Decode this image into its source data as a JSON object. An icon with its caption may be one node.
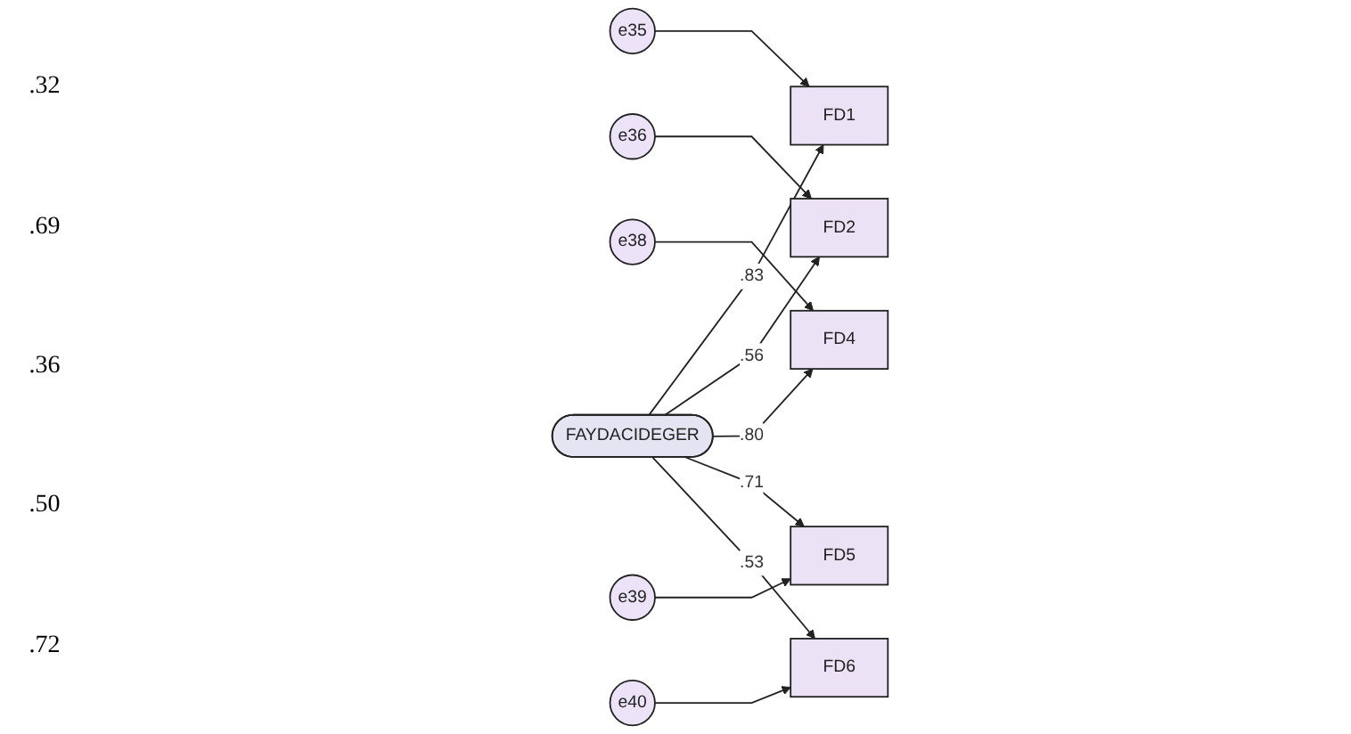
{
  "diagram": {
    "nodes": [
      {
        "text": [
          "e35"
        ]
      },
      {
        "text": [
          "FD1"
        ]
      },
      {
        "text": [
          "e36"
        ]
      },
      {
        "text": [
          "FD2"
        ]
      },
      {
        "text": [
          "e38"
        ]
      },
      {
        "text": [
          "FD4"
        ]
      },
      {
        "text": [
          "e39"
        ]
      },
      {
        "text": [
          "FD5"
        ]
      },
      {
        "text": [
          "e40"
        ]
      },
      {
        "text": [
          "FD6"
        ]
      },
      {
        "text": [
          "FAYDACIDEGER"
        ]
      }
    ],
    "edges": [
      {
        "from": 0,
        "to": 1,
        "arrow": "to"
      },
      {
        "from": 2,
        "to": 3,
        "arrow": "to"
      },
      {
        "from": 4,
        "to": 5,
        "arrow": "to"
      },
      {
        "from": 6,
        "to": 7,
        "arrow": "to"
      },
      {
        "from": 8,
        "to": 9,
        "arrow": "to"
      },
      {
        "from": 10,
        "to": 1,
        "arrow": "to",
        "label": ".83"
      },
      {
        "from": 10,
        "to": 3,
        "arrow": "to",
        "label": ".56"
      },
      {
        "from": 10,
        "to": 5,
        "arrow": "to",
        "label": ".80"
      },
      {
        "from": 10,
        "to": 7,
        "arrow": "to",
        "label": ".71"
      },
      {
        "from": 10,
        "to": 9,
        "arrow": "to",
        "label": ".53"
      }
    ],
    "labels": [
      ".32",
      ".69",
      ".36",
      ".50",
      ".72"
    ]
  }
}
